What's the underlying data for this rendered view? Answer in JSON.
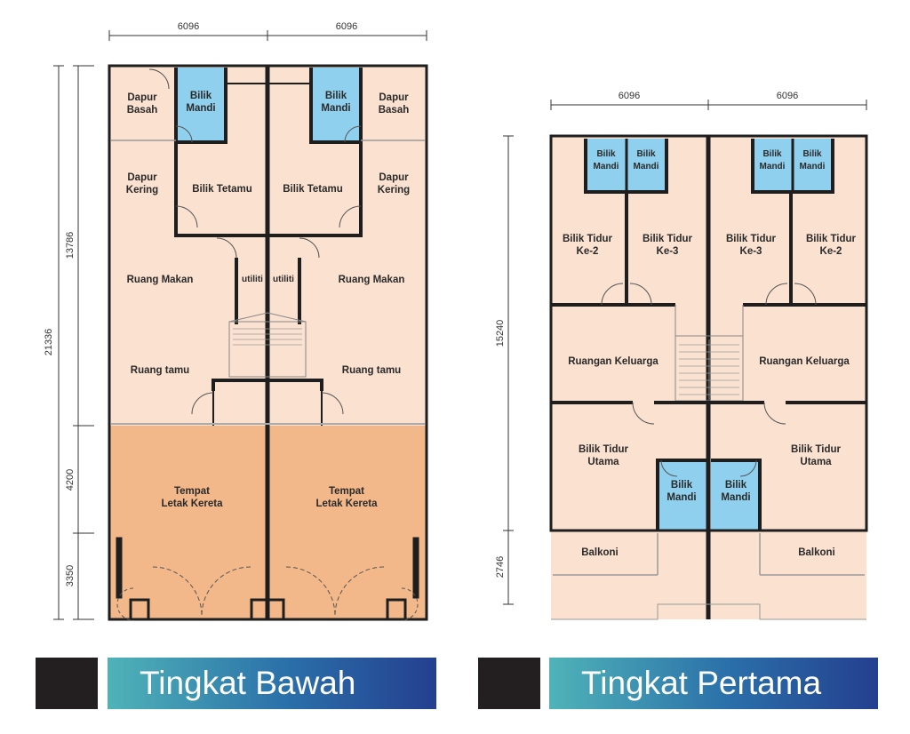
{
  "ground": {
    "caption": "Tingkat Bawah",
    "dims": {
      "top_left": "6096",
      "top_right": "6096",
      "total": "21336",
      "house": "13786",
      "porch": "4200",
      "front": "3350"
    },
    "rooms": {
      "dapur_basah": "Dapur\nBasah",
      "bilik_mandi": "Bilik\nMandi",
      "dapur_kering": "Dapur\nKering",
      "bilik_tetamu": "Bilik Tetamu",
      "ruang_makan": "Ruang Makan",
      "utiliti": "utiliti",
      "ruang_tamu": "Ruang tamu",
      "tempat_kereta": "Tempat\nLetak Kereta"
    }
  },
  "first": {
    "caption": "Tingkat Pertama",
    "dims": {
      "top_left": "6096",
      "top_right": "6096",
      "house": "15240",
      "balcony": "2746"
    },
    "rooms": {
      "bilik_mandi": "Bilik\nMandi",
      "bilik_tidur_2": "Bilik Tidur\nKe-2",
      "bilik_tidur_3": "Bilik Tidur\nKe-3",
      "ruangan_keluarga": "Ruangan Keluarga",
      "bilik_tidur_utama": "Bilik Tidur\nUtama",
      "balkoni": "Balkoni"
    }
  },
  "colors": {
    "room_fill": "#fbe1d0",
    "porch_fill": "#f3b88a",
    "bath_fill": "#8fd0ee",
    "wall": "#1e1e1e"
  }
}
